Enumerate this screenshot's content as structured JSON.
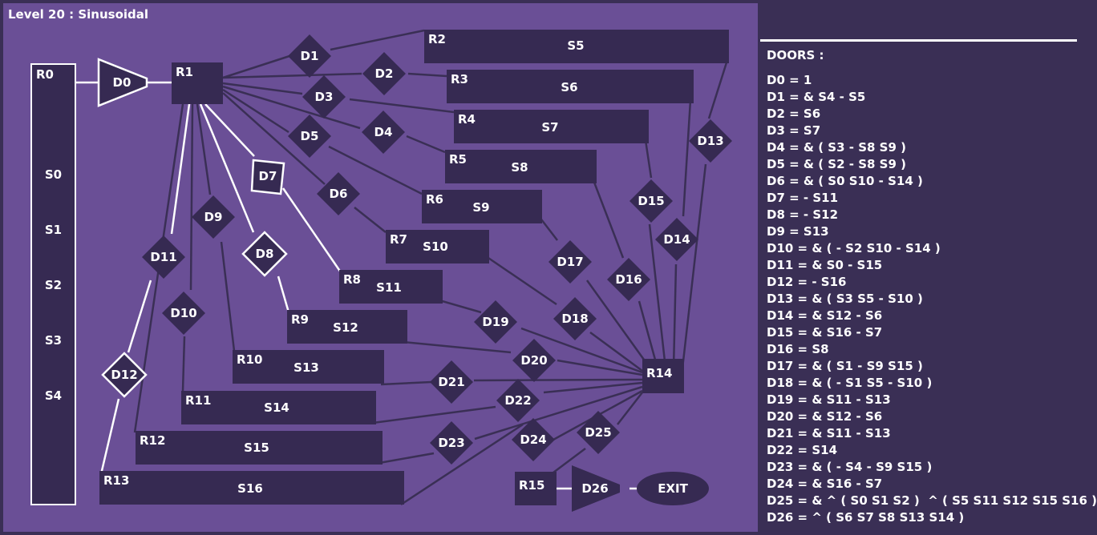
{
  "level": {
    "title": "Level 20 : Sinusoidal"
  },
  "rooms": [
    {
      "id": "R0",
      "label": "R0",
      "slots": [
        "S0",
        "S1",
        "S2",
        "S3",
        "S4"
      ]
    },
    {
      "id": "R1",
      "label": "R1"
    },
    {
      "id": "R2",
      "label": "R2",
      "slot": "S5"
    },
    {
      "id": "R3",
      "label": "R3",
      "slot": "S6"
    },
    {
      "id": "R4",
      "label": "R4",
      "slot": "S7"
    },
    {
      "id": "R5",
      "label": "R5",
      "slot": "S8"
    },
    {
      "id": "R6",
      "label": "R6",
      "slot": "S9"
    },
    {
      "id": "R7",
      "label": "R7",
      "slot": "S10"
    },
    {
      "id": "R8",
      "label": "R8",
      "slot": "S11"
    },
    {
      "id": "R9",
      "label": "R9",
      "slot": "S12"
    },
    {
      "id": "R10",
      "label": "R10",
      "slot": "S13"
    },
    {
      "id": "R11",
      "label": "R11",
      "slot": "S14"
    },
    {
      "id": "R12",
      "label": "R12",
      "slot": "S15"
    },
    {
      "id": "R13",
      "label": "R13",
      "slot": "S16"
    },
    {
      "id": "R14",
      "label": "R14"
    },
    {
      "id": "R15",
      "label": "R15"
    }
  ],
  "doors": [
    "D0",
    "D1",
    "D2",
    "D3",
    "D4",
    "D5",
    "D6",
    "D7",
    "D8",
    "D9",
    "D10",
    "D11",
    "D12",
    "D13",
    "D14",
    "D15",
    "D16",
    "D17",
    "D18",
    "D19",
    "D20",
    "D21",
    "D22",
    "D23",
    "D24",
    "D25",
    "D26"
  ],
  "exit_label": "EXIT",
  "panel": {
    "title": "DOORS :",
    "rules": [
      "D0 = 1",
      "D1 = & S4 - S5",
      "D2 = S6",
      "D3 = S7",
      "D4 = & ( S3 - S8 S9 )",
      "D5 = & ( S2 - S8 S9 )",
      "D6 = & ( S0 S10 - S14 )",
      "D7 = - S11",
      "D8 = - S12",
      "D9 = S13",
      "D10 = & ( - S2 S10 - S14 )",
      "D11 = & S0 - S15",
      "D12 = - S16",
      "D13 = & ( S3 S5 - S10 )",
      "D14 = & S12 - S6",
      "D15 = & S16 - S7",
      "D16 = S8",
      "D17 = & ( S1 - S9 S15 )",
      "D18 = & ( - S1 S5 - S10 )",
      "D19 = & S11 - S13",
      "D20 = & S12 - S6",
      "D21 = & S11 - S13",
      "D22 = S14",
      "D23 = & ( - S4 - S9 S15 )",
      "D24 = & S16 - S7",
      "D25 = & ^ ( S0 S1 S2 )  ^ ( S5 S11 S12 S15 S16 )",
      "D26 = ^ ( S6 S7 S8 S13 S14 )"
    ]
  },
  "colors": {
    "board": "#6a4f96",
    "room": "#362a52",
    "panel": "#3a2f55",
    "open_door_outline": "#ffffff",
    "line": "#3a2f55"
  }
}
